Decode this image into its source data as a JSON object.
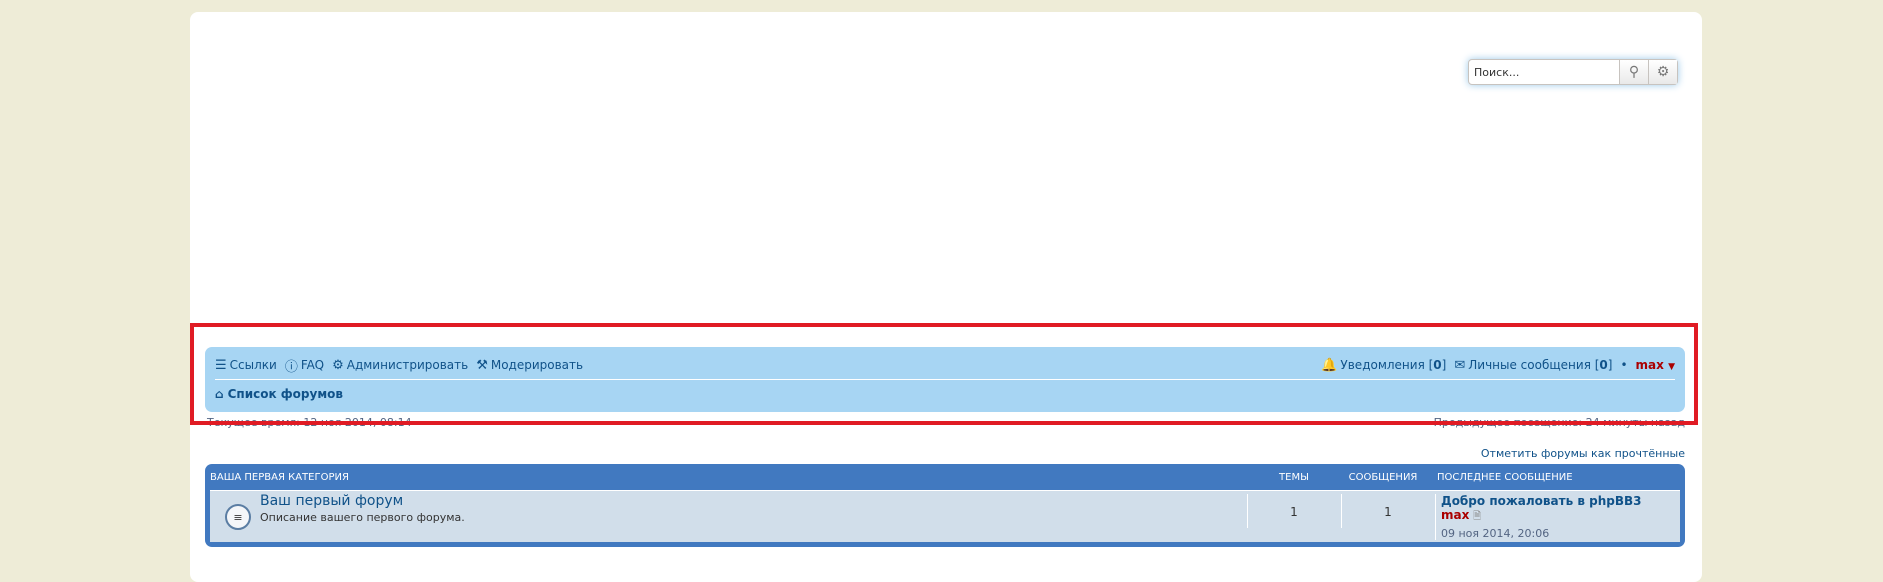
{
  "search": {
    "placeholder": "Поиск...",
    "search_icon": "magnifier",
    "settings_icon": "gear"
  },
  "nav": {
    "links": [
      {
        "label": "Ссылки",
        "icon": "hamburger"
      },
      {
        "label": "FAQ",
        "icon": "question"
      },
      {
        "label": "Администрировать",
        "icon": "gears"
      },
      {
        "label": "Модерировать",
        "icon": "gavel"
      }
    ],
    "notifications": {
      "label": "Уведомления",
      "count": "0"
    },
    "messages": {
      "label": "Личные сообщения",
      "count": "0"
    },
    "bullet": "•",
    "username": "max",
    "breadcrumb": "Список форумов"
  },
  "info": {
    "current_time": "Текущее время: 12 ноя 2014, 08:14",
    "last_visit": "Предыдущее посещение: 24 минуты назад"
  },
  "mark_read": "Отметить форумы как прочтённые",
  "category": {
    "title": "ВАША ПЕРВАЯ КАТЕГОРИЯ",
    "col_topics": "ТЕМЫ",
    "col_posts": "СООБЩЕНИЯ",
    "col_last": "ПОСЛЕДНЕЕ СООБЩЕНИЕ",
    "forums": [
      {
        "title": "Ваш первый форум",
        "desc": "Описание вашего первого форума.",
        "topics": "1",
        "posts": "1",
        "last_title": "Добро пожаловать в phpBB3",
        "last_user": "max",
        "last_date": "09 ноя 2014, 20:06"
      }
    ]
  },
  "colors": {
    "nav_bg": "#a7d5f3",
    "category_bg": "#4179c0",
    "highlight": "#e01b24"
  }
}
